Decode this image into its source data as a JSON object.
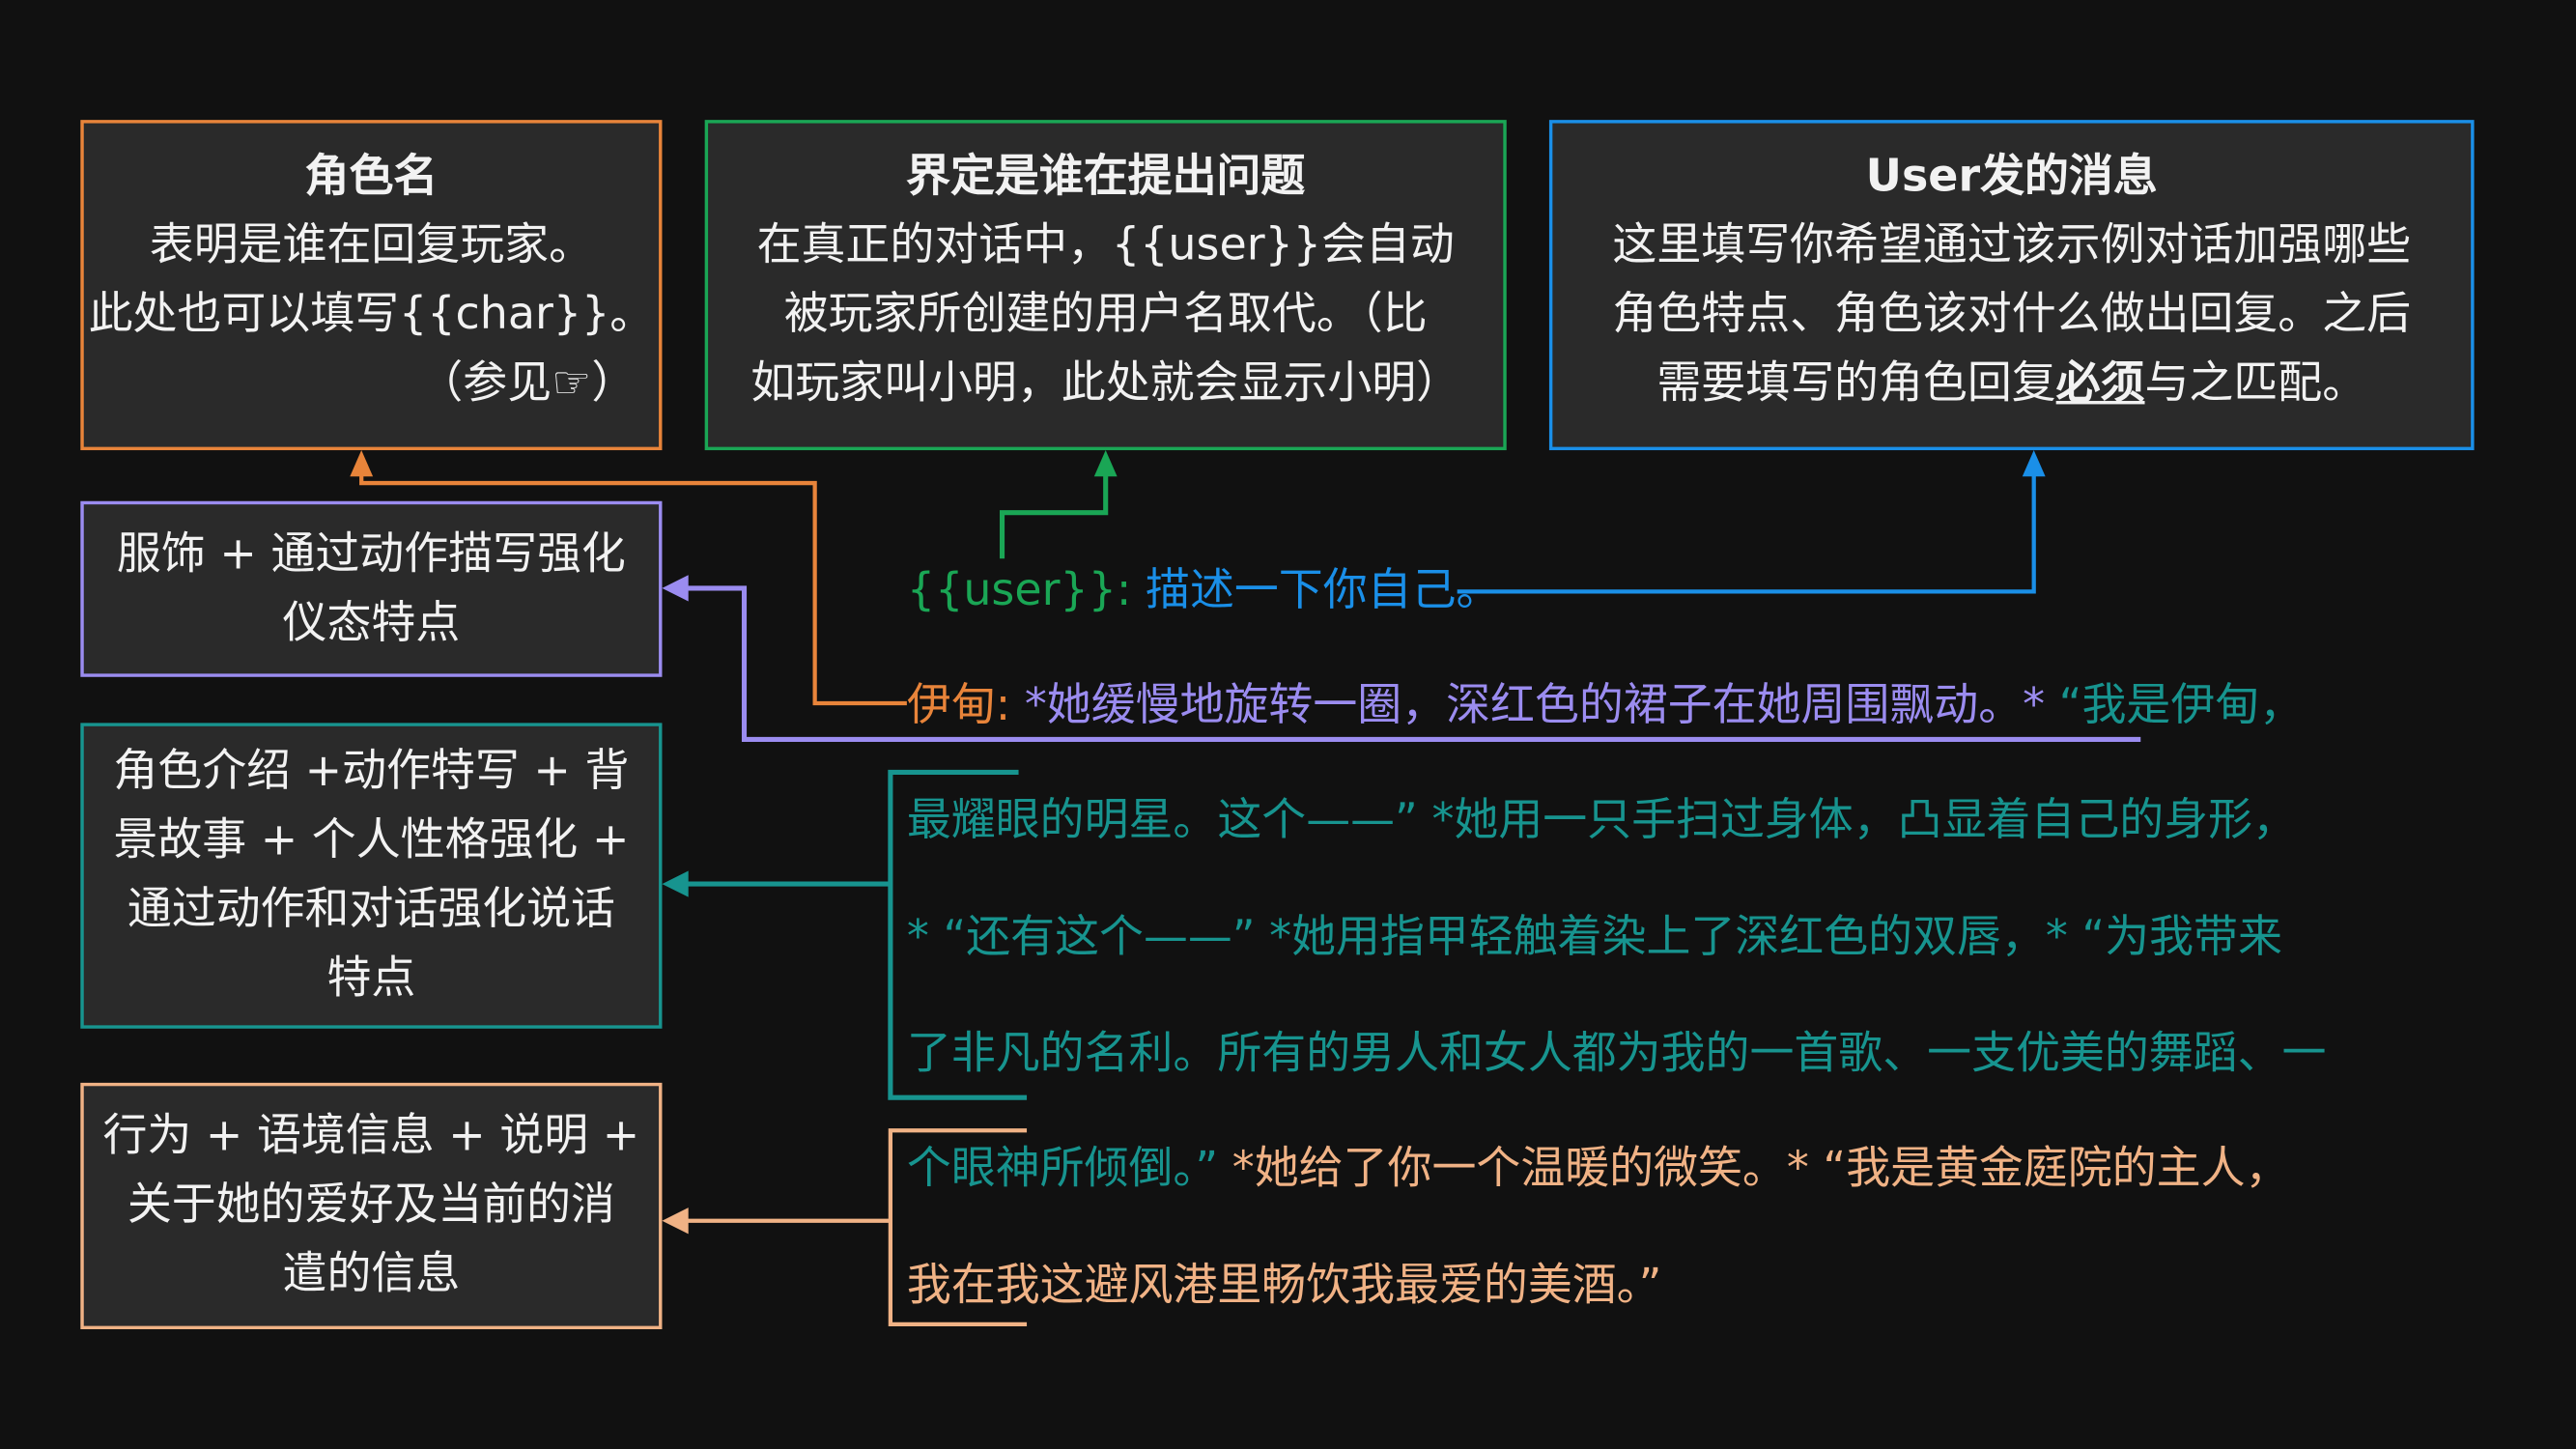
{
  "colors": {
    "orange": "#e8843a",
    "green": "#1aa655",
    "blue": "#1a8fe8",
    "purple": "#9b8cf0",
    "teal": "#17948f",
    "peach": "#f0b285",
    "box_bg": "#2a2a2a",
    "page_bg": "#111111"
  },
  "boxes": {
    "char_name": {
      "title": "角色名",
      "lines": [
        "表明是谁在回复玩家。",
        "此处也可以填写{{char}}。"
      ],
      "see_also": "（参见",
      "see_icon": "☞",
      "see_close": "）"
    },
    "user_def": {
      "title": "界定是谁在提出问题",
      "lines": [
        "在真正的对话中，{{user}}会自动",
        "被玩家所创建的用户名取代。（比",
        "如玩家叫小明，此处就会显示小明）"
      ]
    },
    "user_msg": {
      "title": "User发的消息",
      "lines": [
        "这里填写你希望通过该示例对话加强哪些",
        "角色特点、角色该对什么做出回复。之后"
      ],
      "last_pre": "需要填写的角色回复",
      "last_bold": "必须",
      "last_post": "与之匹配。"
    },
    "outfit": {
      "lines": [
        "服饰 + 通过动作描写强化",
        "仪态特点"
      ]
    },
    "intro": {
      "lines": [
        "角色介绍 +动作特写 + 背",
        "景故事 + 个人性格强化 +",
        "通过动作和对话强化说话",
        "特点"
      ]
    },
    "behavior": {
      "lines": [
        "行为 + 语境信息 + 说明 +",
        "关于她的爱好及当前的消",
        "遣的信息"
      ]
    }
  },
  "dialogue": [
    [
      {
        "c": "green",
        "t": "{{user}}: "
      },
      {
        "c": "blue",
        "t": "描述一下你自己。"
      }
    ],
    [
      {
        "c": "orange",
        "t": "伊甸: "
      },
      {
        "c": "purple",
        "t": "*她缓慢地旋转一圈，深红色的裙子在她周围飘动。*"
      },
      {
        "c": "teal",
        "t": " “我是伊甸，"
      }
    ],
    [
      {
        "c": "teal",
        "t": "最耀眼的明星。这个——” *她用一只手扫过身体，凸显着自己的身形，"
      }
    ],
    [
      {
        "c": "teal",
        "t": "* “还有这个——” *她用指甲轻触着染上了深红色的双唇，* “为我带来"
      }
    ],
    [
      {
        "c": "teal",
        "t": "了非凡的名利。所有的男人和女人都为我的一首歌、一支优美的舞蹈、一"
      }
    ],
    [
      {
        "c": "teal",
        "t": "个眼神所倾倒。”"
      },
      {
        "c": "peach",
        "t": " *她给了你一个温暖的微笑。* “我是黄金庭院的主人，"
      }
    ],
    [
      {
        "c": "peach",
        "t": "我在我这避风港里畅饮我最爱的美酒。”"
      }
    ]
  ]
}
